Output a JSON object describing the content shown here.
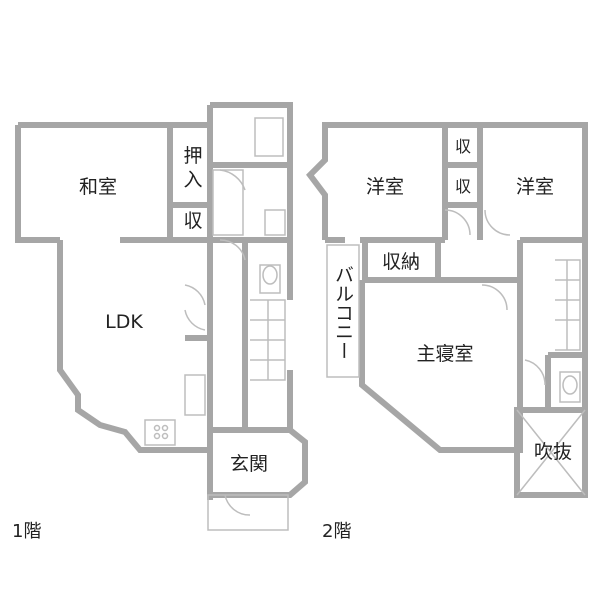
{
  "colors": {
    "wall": "#a6a6a6",
    "thin": "#bdbdbd",
    "text": "#222222",
    "background": "#ffffff"
  },
  "floor1": {
    "label": "1階",
    "rooms": {
      "washitsu": "和室",
      "oshiire": "押入",
      "shu": "収",
      "ldk": "LDK",
      "genkan": "玄関"
    }
  },
  "floor2": {
    "label": "2階",
    "rooms": {
      "yoshitsu_left": "洋室",
      "yoshitsu_right": "洋室",
      "shu_top": "収",
      "shu_bottom": "収",
      "shuno": "収納",
      "balcony": "バルコニー",
      "master": "主寝室",
      "fukinuke": "吹抜"
    }
  }
}
